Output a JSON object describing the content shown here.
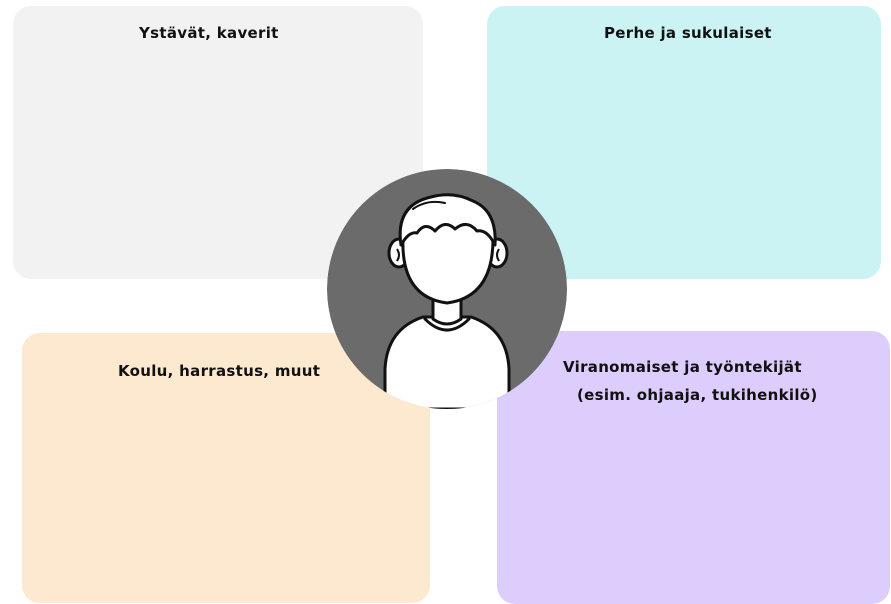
{
  "quadrants": {
    "friends": {
      "label": "Ystävät, kaverit",
      "color": "#f2f2f2"
    },
    "family": {
      "label": "Perhe ja sukulaiset",
      "color": "#ccf3f3"
    },
    "school": {
      "label": "Koulu, harrastus, muut",
      "color": "#fde9d0"
    },
    "authorities": {
      "label": "Viranomaiset ja työntekijät",
      "sublabel": "(esim. ohjaaja, tukihenkilö)",
      "color": "#dccdfc"
    }
  },
  "center": {
    "icon": "person-icon",
    "circle_color": "#6b6b6b"
  }
}
